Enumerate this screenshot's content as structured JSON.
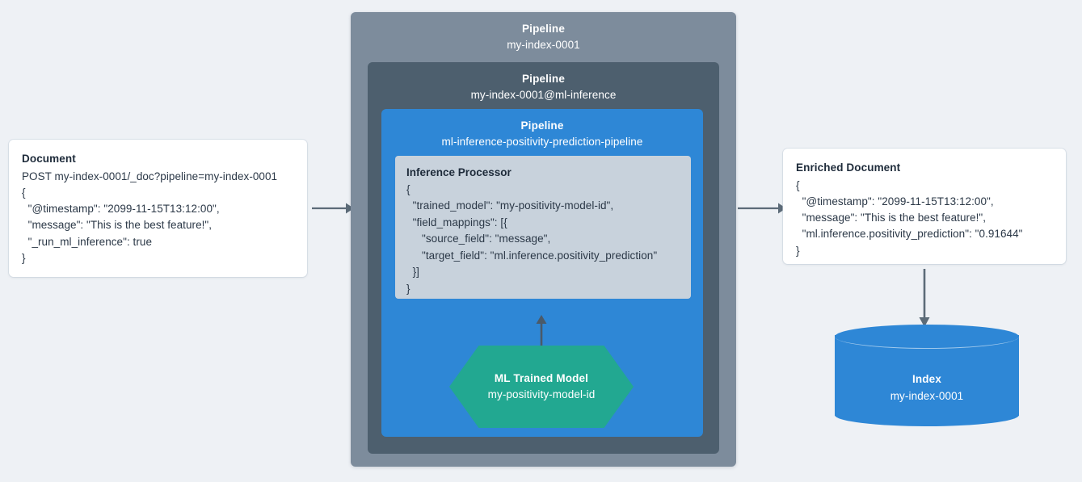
{
  "document": {
    "title": "Document",
    "lines": [
      "POST my-index-0001/_doc?pipeline=my-index-0001",
      "{",
      "  \"@timestamp\": \"2099-11-15T13:12:00\",",
      "  \"message\": \"This is the best feature!\",",
      "  \"_run_ml_inference\": true",
      "}"
    ]
  },
  "pipeline_outer": {
    "label": "Pipeline",
    "value": "my-index-0001"
  },
  "pipeline_middle": {
    "label": "Pipeline",
    "value": "my-index-0001@ml-inference"
  },
  "pipeline_inner": {
    "label": "Pipeline",
    "value": "ml-inference-positivity-prediction-pipeline"
  },
  "inference_processor": {
    "title": "Inference Processor",
    "lines": [
      "{",
      "  \"trained_model\": \"my-positivity-model-id\",",
      "  \"field_mappings\": [{",
      "     \"source_field\": \"message\",",
      "     \"target_field\": \"ml.inference.positivity_prediction\"",
      "  }]",
      "}"
    ]
  },
  "ml_model": {
    "title": "ML Trained Model",
    "value": "my-positivity-model-id"
  },
  "enriched_document": {
    "title": "Enriched Document",
    "lines": [
      "{",
      "  \"@timestamp\": \"2099-11-15T13:12:00\",",
      "  \"message\": \"This is the best feature!\",",
      "  \"ml.inference.positivity_prediction\": \"0.91644\"",
      "}"
    ]
  },
  "index": {
    "title": "Index",
    "value": "my-index-0001"
  },
  "arrows": {
    "doc_to_pipeline": "arrow-right",
    "pipeline_to_enriched": "arrow-right",
    "enriched_to_index": "arrow-down",
    "model_to_processor": "arrow-up"
  },
  "colors": {
    "background": "#eef1f5",
    "pipeline_outer": "#7d8c9c",
    "pipeline_middle": "#4d5f6e",
    "pipeline_inner": "#2e87d6",
    "processor": "#c8d2dc",
    "ml_model": "#22a891",
    "index": "#2e87d6",
    "arrow": "#5c6b78",
    "card": "#ffffff",
    "text_dark": "#2b3847"
  }
}
